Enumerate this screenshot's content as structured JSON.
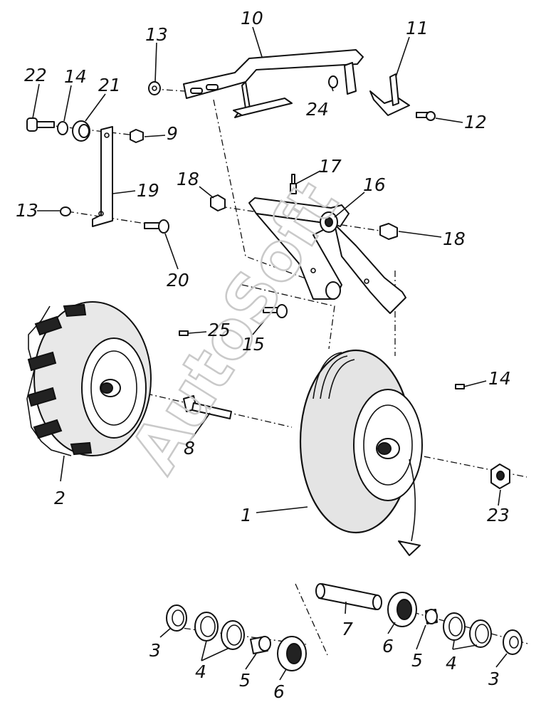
{
  "watermark": "AutoSoft",
  "labels": {
    "p1": "1",
    "p2": "2",
    "p3a": "3",
    "p3b": "3",
    "p4a": "4",
    "p4b": "4",
    "p5a": "5",
    "p5b": "5",
    "p6a": "6",
    "p6b": "6",
    "p7": "7",
    "p8": "8",
    "p9": "9",
    "p10": "10",
    "p11": "11",
    "p12": "12",
    "p13a": "13",
    "p13b": "13",
    "p14a": "14",
    "p14b": "14",
    "p15": "15",
    "p16": "16",
    "p17": "17",
    "p18a": "18",
    "p18b": "18",
    "p19": "19",
    "p20": "20",
    "p21": "21",
    "p22": "22",
    "p23": "23",
    "p24": "24",
    "p25": "25"
  }
}
